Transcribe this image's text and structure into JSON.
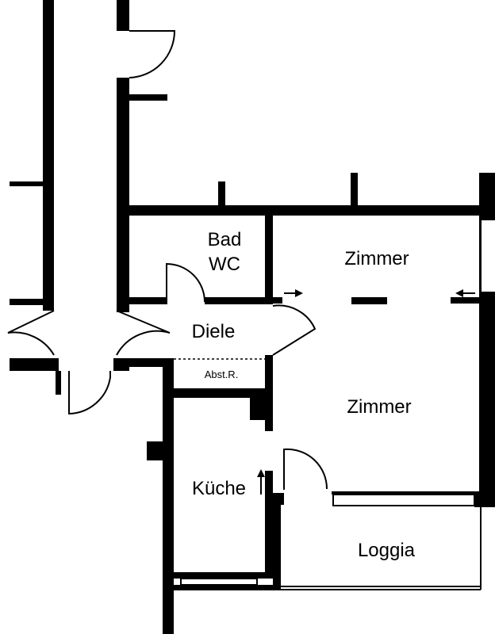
{
  "colors": {
    "wall": "#000000",
    "background": "#ffffff"
  },
  "rooms": {
    "bad": "Bad",
    "wc": "WC",
    "zimmer_top": "Zimmer",
    "diele": "Diele",
    "abstellraum": "Abst.R.",
    "zimmer_middle": "Zimmer",
    "kueche": "Küche",
    "loggia": "Loggia"
  },
  "icons": [
    "arrow-right-icon",
    "arrow-left-icon",
    "arrow-up-icon"
  ]
}
